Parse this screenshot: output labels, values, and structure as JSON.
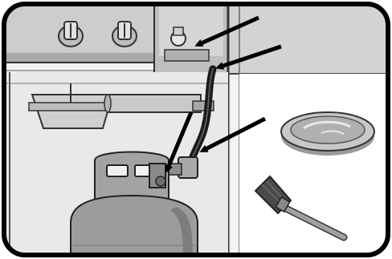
{
  "illustration": {
    "brand_mark": "",
    "colors": {
      "outline": "#111111",
      "grill_body": "#c9c9c9",
      "grill_shadow": "#9e9e9e",
      "panel_dark": "#a7a7a7",
      "tank": "#9c9c9c",
      "tank_shadow": "#7d7d7d",
      "hose": "#1a1a1a",
      "arrow": "#000000",
      "dish": "#b9b9b9",
      "brush_handle": "#8c8c8c",
      "brush_head": "#4a4a4a"
    },
    "parts": [
      "control-knob",
      "control-knob",
      "regulator-valve",
      "gas-hose",
      "hose-connector",
      "propane-tank",
      "tank-valve",
      "soapy-water-dish",
      "basting-brush"
    ],
    "callout_arrows": 4
  }
}
